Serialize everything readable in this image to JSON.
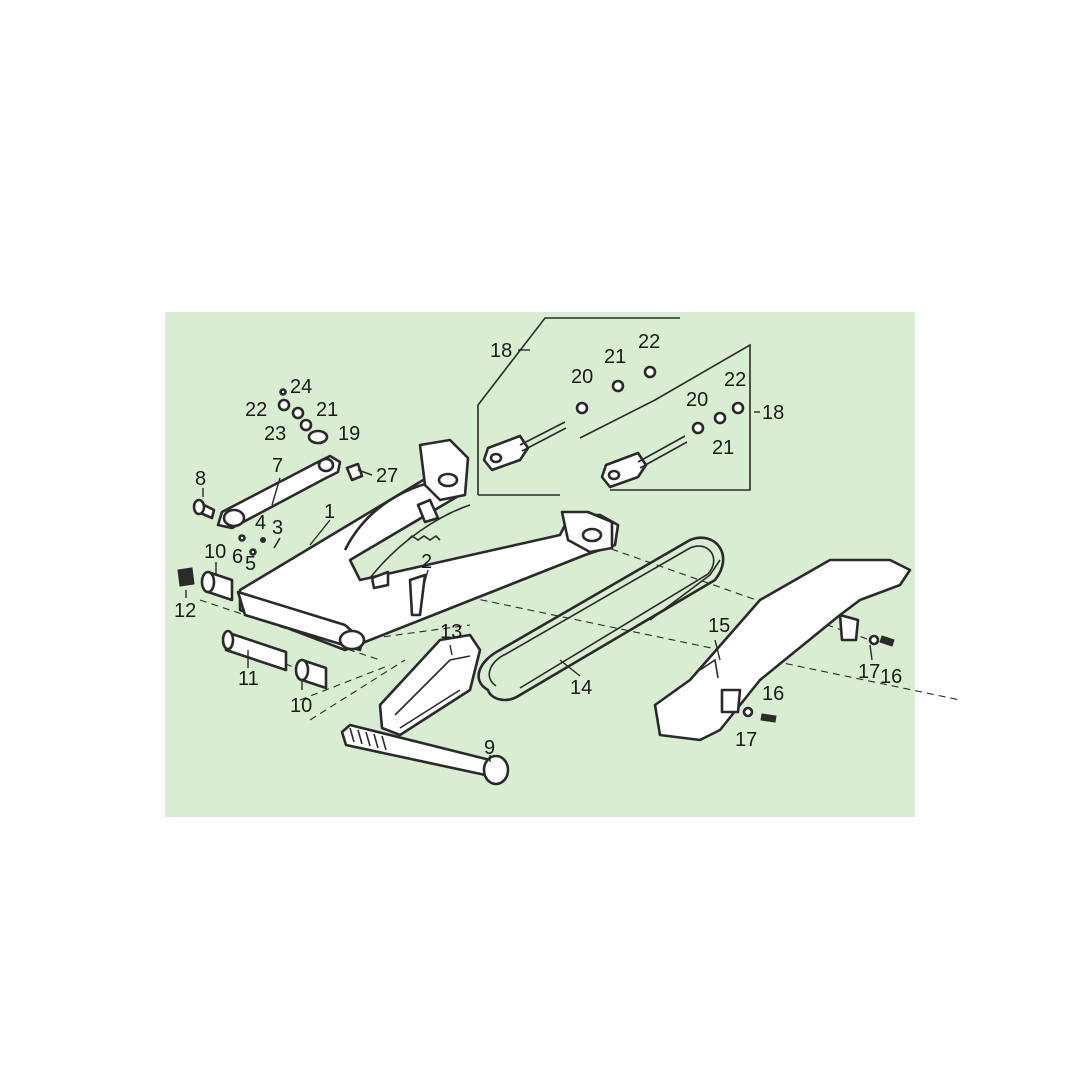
{
  "diagram": {
    "background_color": "#d9edd2",
    "line_color": "#2a2a2a",
    "callouts": [
      "1",
      "2",
      "3",
      "4",
      "5",
      "6",
      "7",
      "8",
      "9",
      "10",
      "10",
      "11",
      "12",
      "13",
      "14",
      "15",
      "16",
      "16",
      "17",
      "17",
      "18",
      "18",
      "19",
      "20",
      "20",
      "21",
      "21",
      "21",
      "22",
      "22",
      "22",
      "23",
      "24",
      "27"
    ]
  }
}
